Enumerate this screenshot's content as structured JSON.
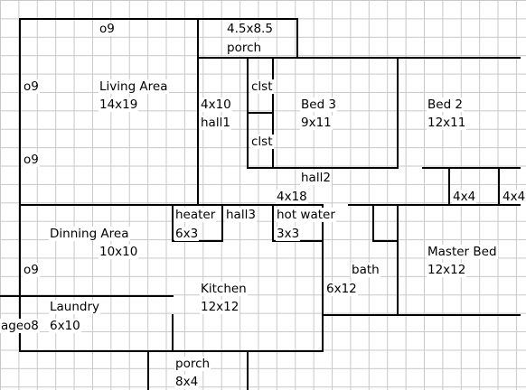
{
  "labels": {
    "top_o9": "o9",
    "porch_top_size": "4.5x8.5",
    "porch_top": "porch",
    "left_o9_1": "o9",
    "living": "Living Area",
    "living_size": "14x19",
    "hall1_size": "4x10",
    "hall1": "hall1",
    "clst1": "clst",
    "clst2": "clst",
    "bed3": "Bed 3",
    "bed3_size": "9x11",
    "bed2": "Bed 2",
    "bed2_size": "12x11",
    "left_o9_2": "o9",
    "hall2": "hall2",
    "hall2_size": "4x18",
    "bed2_closet1": "4x4",
    "bed2_closet2": "4x4",
    "heater": "heater",
    "heater_size": "6x3",
    "hall3": "hall3",
    "hot_water": "hot water",
    "hot_water_size": "3x3",
    "dinning": "Dinning Area",
    "dinning_size": "10x10",
    "master": "Master Bed",
    "master_size": "12x12",
    "left_o9_3": "o9",
    "bath": "bath",
    "bath_size": "6x12",
    "kitchen": "Kitchen",
    "kitchen_size": "12x12",
    "laundry": "Laundry",
    "laundry_size": "6x10",
    "garage_cut": "age",
    "left_o8": "o8",
    "porch_bottom": "porch",
    "porch_bottom_size": "8x4"
  }
}
